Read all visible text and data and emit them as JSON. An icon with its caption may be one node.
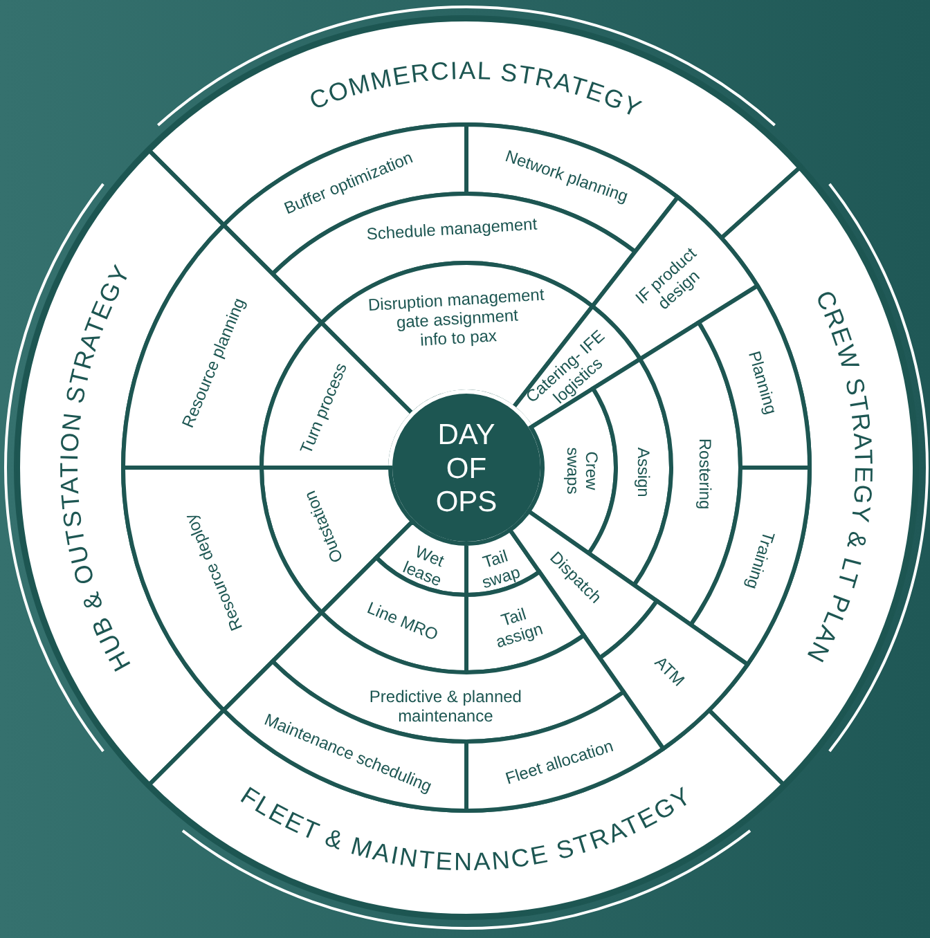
{
  "diagram": {
    "nodes": [
      {
        "text": [
          "COMMERCIAL STRATEGY"
        ]
      },
      {
        "text": [
          "HUB & OUTSTATION STRATEGY"
        ]
      },
      {
        "text": [
          "CREW STRATEGY & LT PLAN"
        ]
      },
      {
        "text": [
          "FLEET & MAINTENANCE STRATEGY"
        ]
      },
      {
        "text": [
          "Buffer optimization"
        ]
      },
      {
        "text": [
          "Network planning"
        ]
      },
      {
        "text": [
          "Schedule management"
        ]
      },
      {
        "text": [
          "IF product design"
        ]
      },
      {
        "text": [
          "Resource planning"
        ]
      },
      {
        "text": [
          "Disruption management",
          "gate assignment",
          "info to pax"
        ]
      },
      {
        "text": [
          "Turn process"
        ]
      },
      {
        "text": [
          "Catering- IFE logistics"
        ]
      },
      {
        "text": [
          "DAY OF OPS"
        ]
      },
      {
        "text": [
          "Crew swaps"
        ]
      },
      {
        "text": [
          "Assign"
        ]
      },
      {
        "text": [
          "Rostering"
        ]
      },
      {
        "text": [
          "Planning"
        ]
      },
      {
        "text": [
          "Training"
        ]
      },
      {
        "text": [
          "Outstation"
        ]
      },
      {
        "text": [
          "Resource deploy"
        ]
      },
      {
        "text": [
          "Wet lease"
        ]
      },
      {
        "text": [
          "Tail swap"
        ]
      },
      {
        "text": [
          "Dispatch"
        ]
      },
      {
        "text": [
          "Line MRO"
        ]
      },
      {
        "text": [
          "Tail assign"
        ]
      },
      {
        "text": [
          "ATM"
        ]
      },
      {
        "text": [
          "Predictive & planned maintenance"
        ]
      },
      {
        "text": [
          "Maintenance scheduling"
        ]
      },
      {
        "text": [
          "Fleet allocation"
        ]
      }
    ]
  }
}
